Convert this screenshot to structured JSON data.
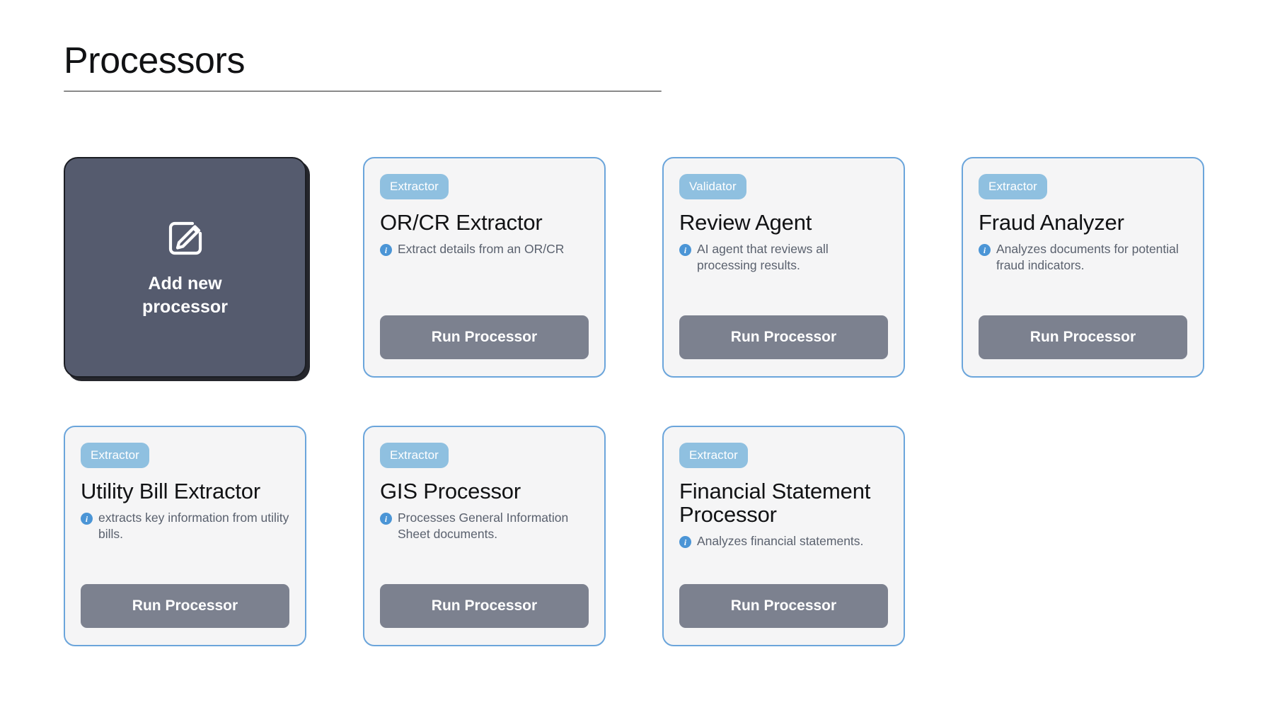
{
  "header": {
    "title": "Processors"
  },
  "add_card": {
    "label": "Add new\nprocessor",
    "label_line1": "Add new",
    "label_line2": "processor",
    "icon": "edit-square-pencil-icon",
    "background": "#555b6e",
    "text_color": "#ffffff"
  },
  "colors": {
    "card_border": "#6ba5db",
    "card_background": "#f5f5f6",
    "badge_background": "#8fc0e0",
    "badge_text": "#ffffff",
    "button_background": "#7c818f",
    "button_text": "#ffffff",
    "info_icon": "#4b95d6",
    "title_text": "#111214",
    "description_text": "#5a616e",
    "rule": "#8a8a8a"
  },
  "common": {
    "run_button_label": "Run Processor",
    "info_icon_name": "info-icon"
  },
  "processors": [
    {
      "badge": "Extractor",
      "name": "OR/CR Extractor",
      "description": "Extract details from an OR/CR",
      "run_label": "Run Processor"
    },
    {
      "badge": "Validator",
      "name": "Review Agent",
      "description": "AI agent that reviews all processing results.",
      "run_label": "Run Processor"
    },
    {
      "badge": "Extractor",
      "name": "Fraud Analyzer",
      "description": "Analyzes documents for potential fraud indicators.",
      "run_label": "Run Processor"
    },
    {
      "badge": "Extractor",
      "name": "Utility Bill Extractor",
      "description": "extracts key information from utility bills.",
      "run_label": "Run Processor"
    },
    {
      "badge": "Extractor",
      "name": "GIS Processor",
      "description": "Processes General Information Sheet documents.",
      "run_label": "Run Processor"
    },
    {
      "badge": "Extractor",
      "name": "Financial Statement Processor",
      "description": "Analyzes financial statements.",
      "run_label": "Run Processor"
    }
  ]
}
